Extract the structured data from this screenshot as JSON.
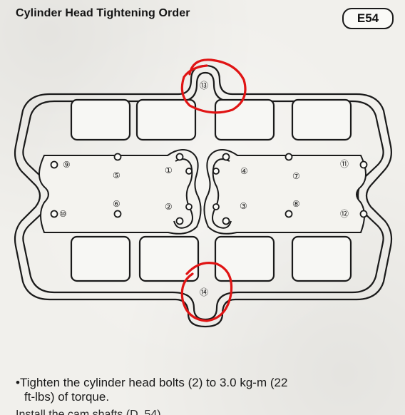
{
  "page": {
    "title": "Cylinder Head Tightening Order",
    "code": "E54"
  },
  "diagram": {
    "bolts": [
      {
        "id": "1",
        "label": "①"
      },
      {
        "id": "2",
        "label": "②"
      },
      {
        "id": "3",
        "label": "③"
      },
      {
        "id": "4",
        "label": "④"
      },
      {
        "id": "5",
        "label": "⑤"
      },
      {
        "id": "6",
        "label": "⑥"
      },
      {
        "id": "7",
        "label": "⑦"
      },
      {
        "id": "8",
        "label": "⑧"
      },
      {
        "id": "9",
        "label": "⑨"
      },
      {
        "id": "10",
        "label": "⑩"
      },
      {
        "id": "11",
        "label": "⑪"
      },
      {
        "id": "12",
        "label": "⑫"
      },
      {
        "id": "13",
        "label": "⑬"
      },
      {
        "id": "14",
        "label": "⑭"
      }
    ],
    "annotation_color": "#e01414"
  },
  "instructions": {
    "line1": "•Tighten the cylinder head bolts (2) to 3.0 kg-m (22",
    "line2": "ft-lbs) of torque.",
    "line3": "Install the cam shafts (D. 54)"
  }
}
